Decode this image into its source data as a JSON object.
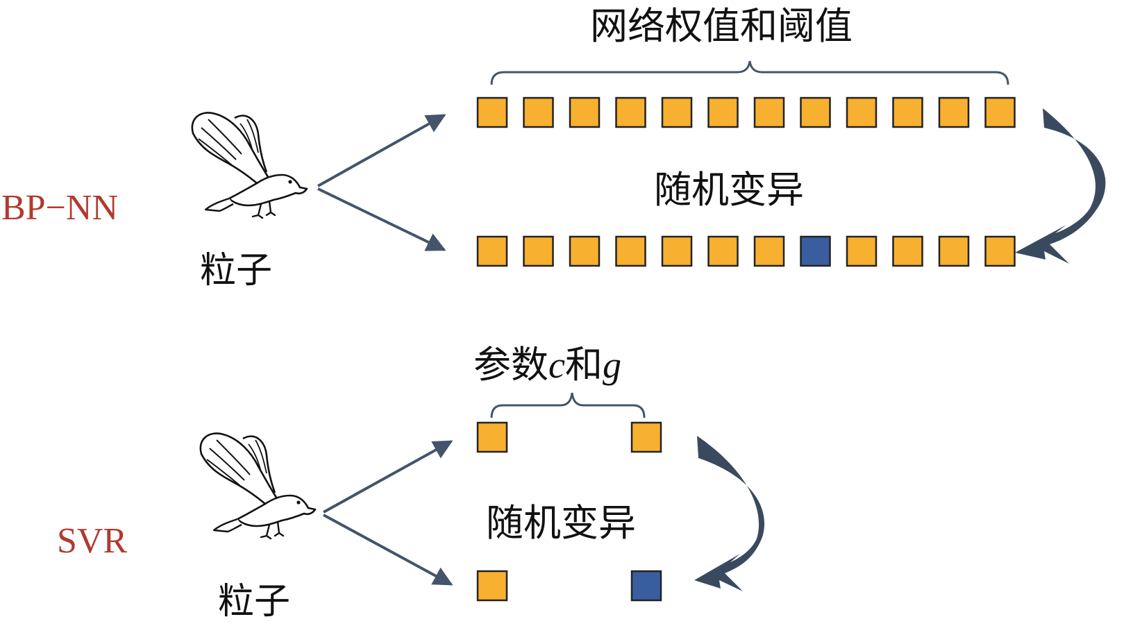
{
  "colors": {
    "gene": "#F7B030",
    "gene_border": "#222222",
    "mutated_gene": "#3A5DA0",
    "arrow": "#44546A",
    "curved_arrow": "#3A4A5E",
    "model_label": "#B03A2E",
    "text": "#111111"
  },
  "icons": {
    "particle": "eagle-icon"
  },
  "bpnn": {
    "model_label": "BP−NN",
    "particle_label": "粒子",
    "segment_label": "网络权值和阈值",
    "mutation_label": "随机变异",
    "original_genes": [
      0,
      0,
      0,
      0,
      0,
      0,
      0,
      0,
      0,
      0,
      0,
      0
    ],
    "mutated_genes": [
      0,
      0,
      0,
      0,
      0,
      0,
      0,
      1,
      0,
      0,
      0,
      0
    ]
  },
  "svr": {
    "model_label": "SVR",
    "particle_label": "粒子",
    "segment_label": {
      "prefix": "参数",
      "param_1": "c",
      "join": "和",
      "param_2": "g"
    },
    "mutation_label": "随机变异",
    "original_genes": [
      0,
      0
    ],
    "mutated_genes": [
      0,
      1
    ]
  }
}
